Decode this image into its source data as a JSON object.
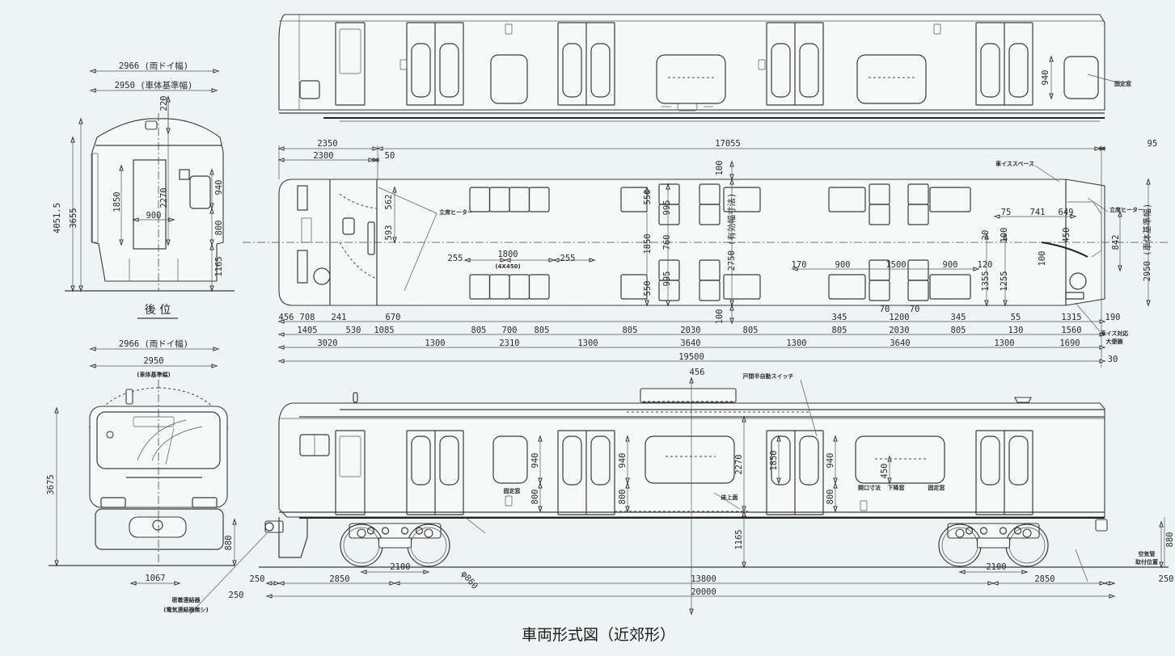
{
  "caption": "車両形式図（近郊形）",
  "rear_end_view": {
    "label": "後 位",
    "dims": [
      "2966 (雨ドイ幅)",
      "2950 (車体基準幅)",
      "220",
      "4051.5",
      "3655",
      "1850",
      "2270",
      "900",
      "940",
      "800",
      "1165"
    ]
  },
  "front_end_view": {
    "dims": [
      "2966 (雨ドイ幅)",
      "2950",
      "(車体基準幅)",
      "3675",
      "880",
      "1067",
      "250"
    ],
    "notes": [
      "密着連結器",
      "(電気連結器無シ)"
    ]
  },
  "top_side_view": {
    "dims": [
      "940"
    ],
    "notes": [
      "固定窓"
    ]
  },
  "plan_view": {
    "dims": [
      "2350",
      "2300",
      "50",
      "17055",
      "95",
      "100",
      "562",
      "593",
      "255",
      "1800",
      "(4X450)",
      "255",
      "550",
      "995",
      "1850",
      "760",
      "995",
      "550",
      "2750 (有効幅寸法)",
      "100",
      "75",
      "741",
      "649",
      "20",
      "100",
      "450",
      "842",
      "2950 (車体基準幅)",
      "100",
      "170",
      "900",
      "1500",
      "900",
      "120",
      "1355",
      "1255",
      "456",
      "708",
      "241",
      "670",
      "70",
      "70",
      "345",
      "1200",
      "345",
      "55",
      "1315",
      "190",
      "1405",
      "530",
      "1085",
      "805",
      "700",
      "805",
      "805",
      "2030",
      "805",
      "805",
      "2030",
      "805",
      "130",
      "1560",
      "3020",
      "1300",
      "2310",
      "1300",
      "3640",
      "1300",
      "3640",
      "1300",
      "1690",
      "19500",
      "30"
    ],
    "notes": [
      "立席ヒーター",
      "車イススペース",
      "立席ヒーター",
      "車イス対応",
      "大便器"
    ]
  },
  "bottom_side_view": {
    "dims": [
      "456",
      "940",
      "800",
      "940",
      "800",
      "2270",
      "1850",
      "940",
      "800",
      "450",
      "1165",
      "2100",
      "φ860",
      "250",
      "2850",
      "13800",
      "20000",
      "2100",
      "2850",
      "250",
      "880"
    ],
    "notes": [
      "戸閉半自動スイッチ",
      "固定窓",
      "床上面",
      "開口寸法",
      "下降窓",
      "固定窓",
      "空気管",
      "取付位置"
    ]
  },
  "colors": {
    "background": "#eef3f4",
    "line": "#3a3a3a"
  }
}
